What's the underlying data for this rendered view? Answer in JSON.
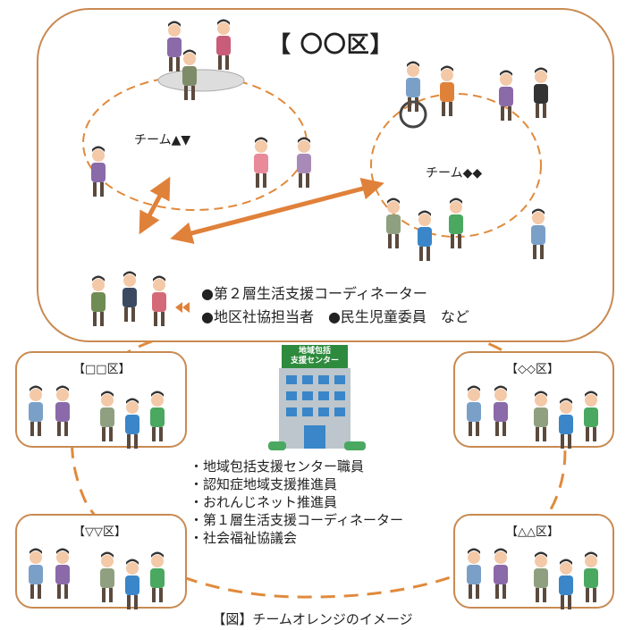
{
  "main_area": {
    "title": "【 〇〇区】",
    "team_a": "チーム▲▼",
    "team_b": "チーム◆◆",
    "roles": [
      "●第２層生活支援コーディネーター",
      "●地区社協担当者　●民生児童委員　など"
    ]
  },
  "center": {
    "sign_lines": [
      "地域包括",
      "支援センター"
    ],
    "roles": [
      "・地域包括支援センター職員",
      "・認知症地域支援推進員",
      "・おれんじネット推進員",
      "・第１層生活支援コーディネーター",
      "・社会福祉協議会"
    ]
  },
  "districts": {
    "top_left": "【□□区】",
    "top_right": "【◇◇区】",
    "bottom_left": "【▽▽区】",
    "bottom_right": "【△△区】"
  },
  "caption": "【図】チームオレンジのイメージ",
  "colors": {
    "border": "#c98a52",
    "dashed": "#e08a3c",
    "arrow": "#e0813a",
    "building_green": "#2e8b3e",
    "building_blue": "#3a86c8"
  }
}
